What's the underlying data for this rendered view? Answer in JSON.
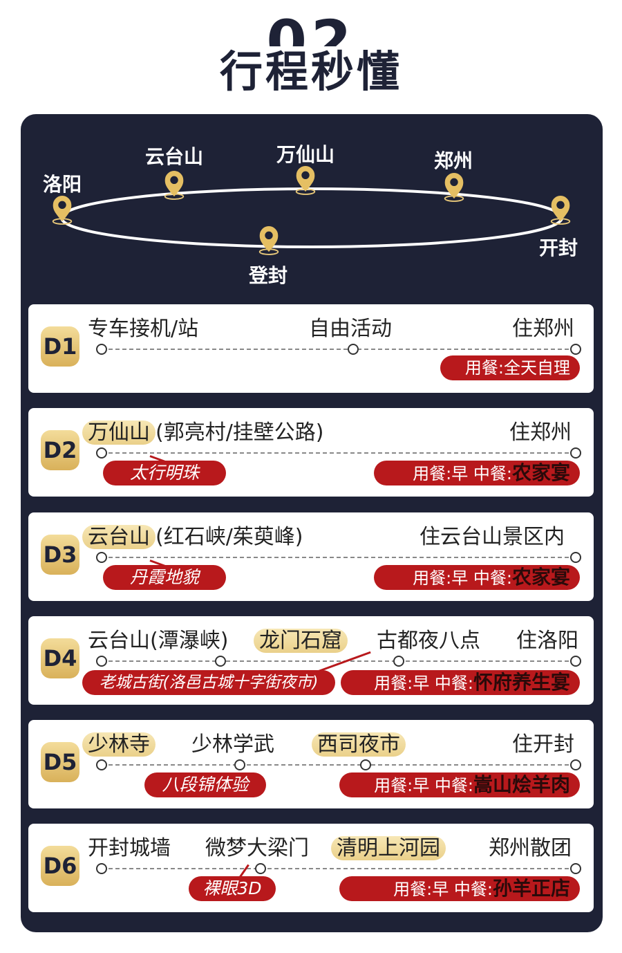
{
  "header": {
    "number": "02",
    "title": "行程秒懂"
  },
  "map": {
    "cities": {
      "luoyang": "洛阳",
      "yuntaishan": "云台山",
      "wanxianshan": "万仙山",
      "zhengzhou": "郑州",
      "kaifeng": "开封",
      "dengfeng": "登封"
    }
  },
  "colors": {
    "navy": "#1e2236",
    "gold": "#d9b15a",
    "red": "#b8191c"
  },
  "days": [
    {
      "day": "D1",
      "items": [
        "专车接机/站",
        "自由活动",
        "住郑州"
      ],
      "meal_prefix": "用餐:全天自理",
      "meal_dish": ""
    },
    {
      "day": "D2",
      "hl": "万仙山",
      "rest": "(郭亮村/挂壁公路)",
      "stay": "住郑州",
      "tag": "太行明珠",
      "meal_prefix": "用餐:早  中餐:",
      "meal_dish": "农家宴"
    },
    {
      "day": "D3",
      "hl": "云台山",
      "rest": "(红石峡/茱萸峰)",
      "stay": "住云台山景区内",
      "tag": "丹霞地貌",
      "meal_prefix": "用餐:早  中餐:",
      "meal_dish": "农家宴"
    },
    {
      "day": "D4",
      "items": [
        "云台山(潭瀑峡)",
        "龙门石窟",
        "古都夜八点",
        "住洛阳"
      ],
      "tag": "老城古街(洛邑古城十字街夜市)",
      "meal_prefix": "用餐:早  中餐:",
      "meal_dish": "怀府养生宴"
    },
    {
      "day": "D5",
      "items": [
        "少林寺",
        "少林学武",
        "西司夜市",
        "住开封"
      ],
      "tag": "八段锦体验",
      "meal_prefix": "用餐:早  中餐:",
      "meal_dish": "嵩山烩羊肉"
    },
    {
      "day": "D6",
      "items": [
        "开封城墙",
        "微梦大梁门",
        "清明上河园",
        "郑州散团"
      ],
      "tag": "裸眼3D",
      "meal_prefix": "用餐:早  中餐:",
      "meal_dish": "孙羊正店"
    }
  ]
}
